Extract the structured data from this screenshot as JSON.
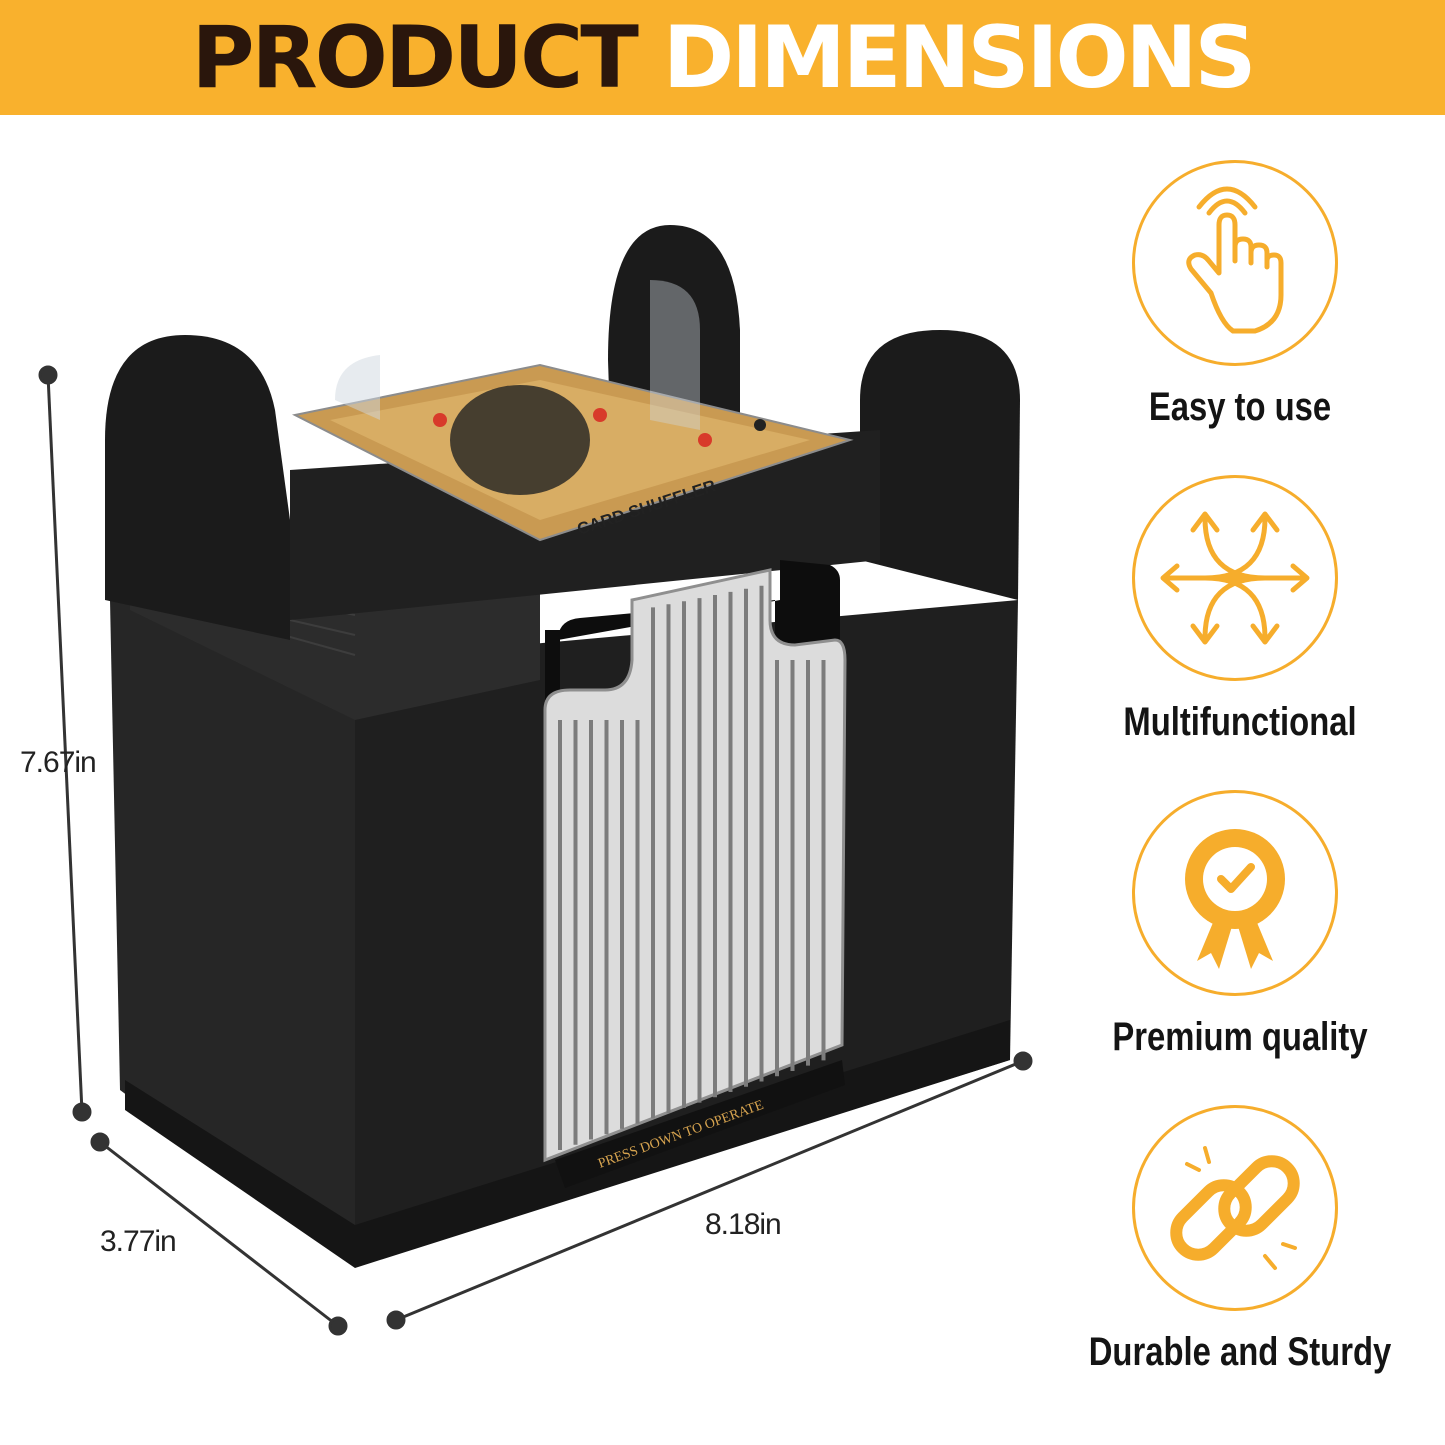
{
  "banner": {
    "title_part1": "PRODUCT",
    "title_part2": "DIMENSIONS",
    "background_color": "#f9b12d",
    "part1_color": "#2a160c",
    "part2_color": "#ffffff"
  },
  "product": {
    "top_label": "CARD SHUFFLER",
    "tray_label": "PRESS DOWN TO OPERATE",
    "body_color": "#1e1e1e"
  },
  "dimensions": {
    "height": "7.67in",
    "depth": "3.77in",
    "width": "8.18in"
  },
  "features": [
    {
      "icon": "touch-hand-icon",
      "label": "Easy to use"
    },
    {
      "icon": "multidirectional-arrows-icon",
      "label": "Multifunctional"
    },
    {
      "icon": "badge-check-icon",
      "label": "Premium quality"
    },
    {
      "icon": "chain-link-icon",
      "label": "Durable and Sturdy"
    }
  ],
  "accent_color": "#f6ad2c"
}
